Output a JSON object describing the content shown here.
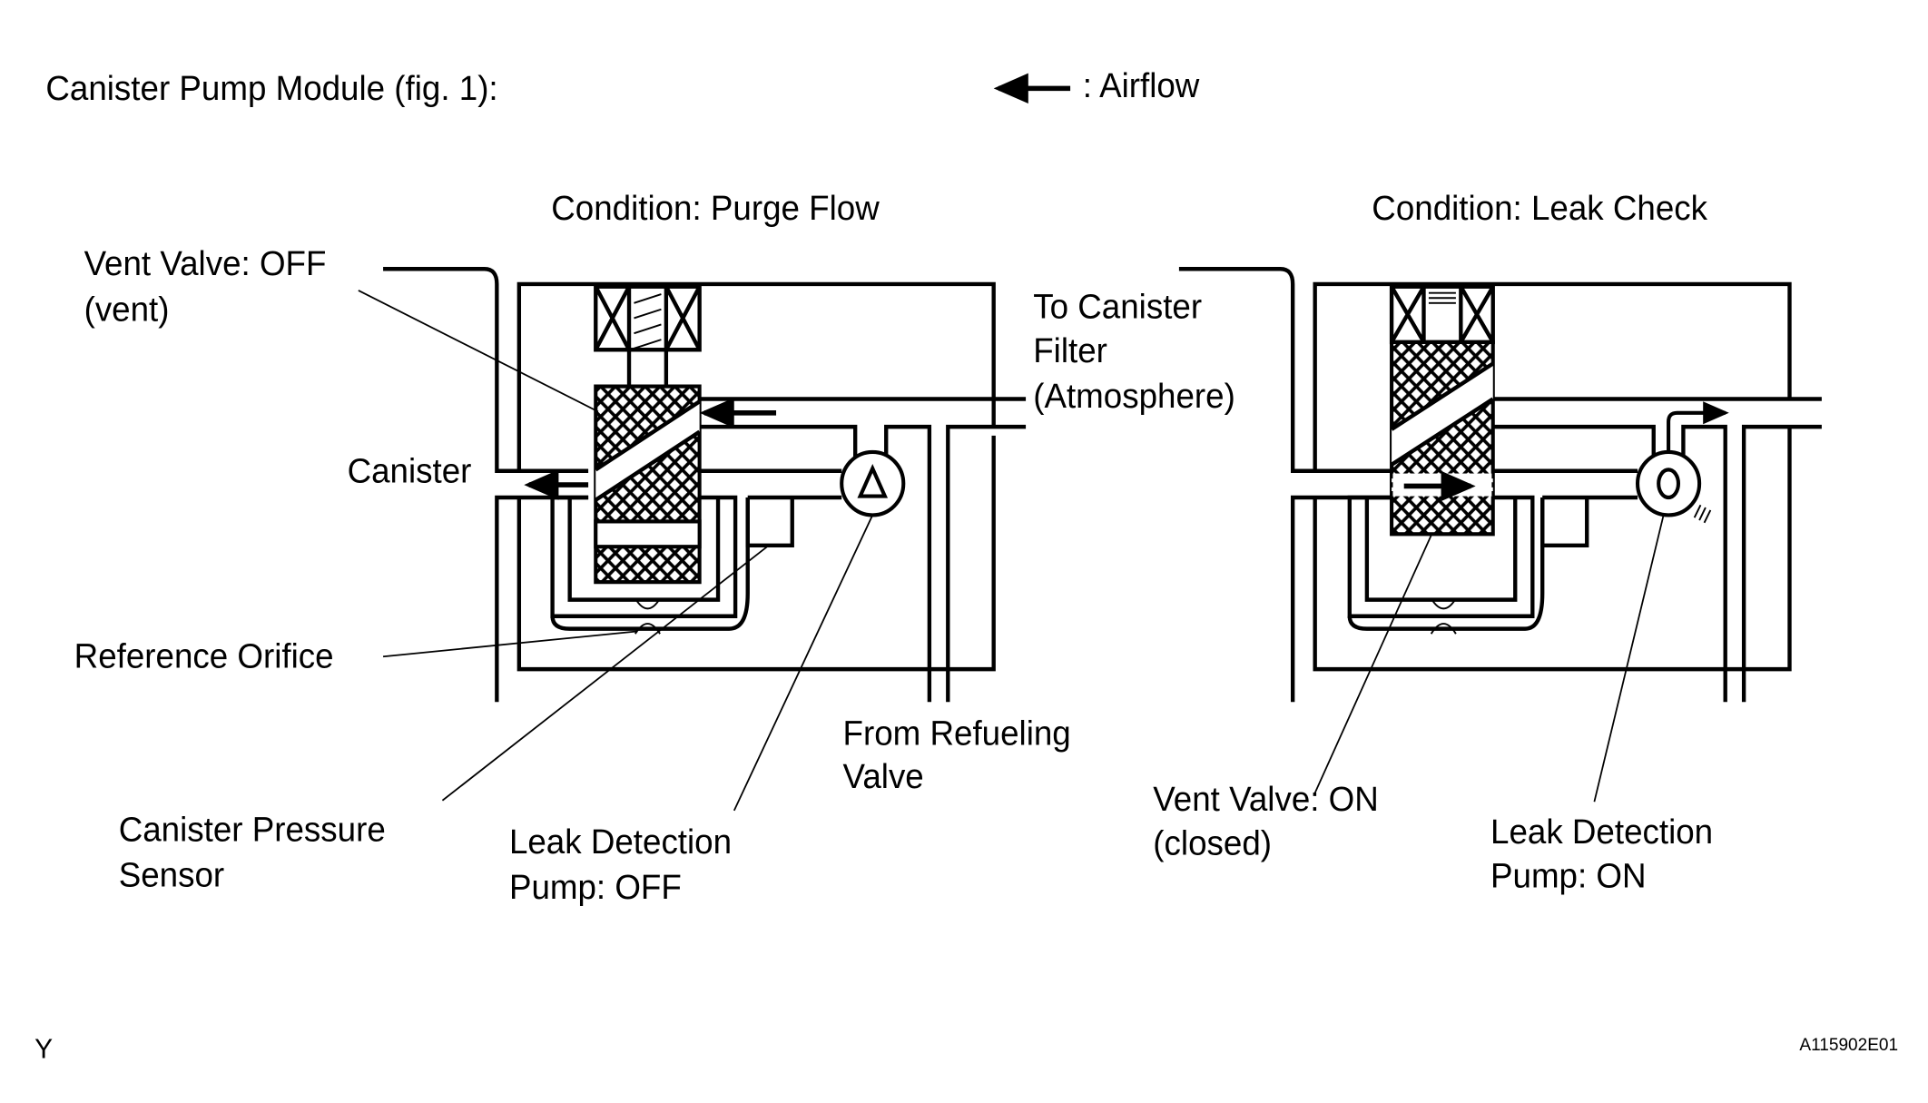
{
  "figure": {
    "title": "Canister Pump Module (fig. 1):",
    "legend_label": ": Airflow",
    "legend_icon": "arrow-left-icon",
    "corner_mark": "Y",
    "figure_id": "A115902E01"
  },
  "panels": [
    {
      "condition": "Condition: Purge Flow",
      "labels": {
        "vent_valve_line1": "Vent Valve: OFF",
        "vent_valve_line2": "(vent)",
        "canister": "Canister",
        "to_filter_line1": "To Canister",
        "to_filter_line2": "Filter",
        "to_filter_line3": "(Atmosphere)",
        "reference_orifice": "Reference Orifice",
        "pressure_sensor_line1": "Canister Pressure",
        "pressure_sensor_line2": "Sensor",
        "pump_line1": "Leak Detection",
        "pump_line2": "Pump: OFF",
        "refuel_line1": "From Refueling",
        "refuel_line2": "Valve"
      },
      "pump_symbol": "triangle"
    },
    {
      "condition": "Condition: Leak Check",
      "labels": {
        "vent_valve_line1": "Vent Valve: ON",
        "vent_valve_line2": "(closed)",
        "pump_line1": "Leak Detection",
        "pump_line2": "Pump: ON"
      },
      "pump_symbol": "circle"
    }
  ]
}
